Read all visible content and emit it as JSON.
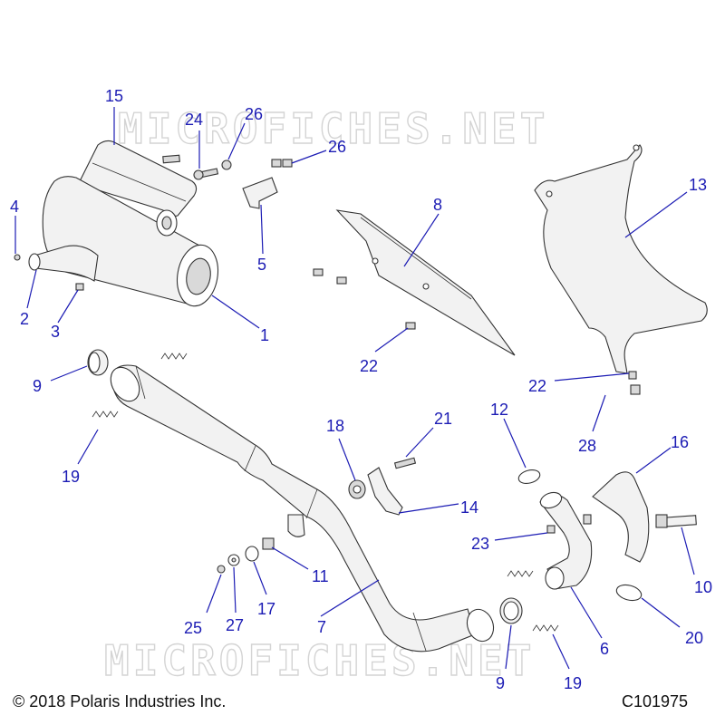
{
  "watermark": "MICROFICHES.NET",
  "footer": {
    "copyright": "© 2018 Polaris Industries Inc.",
    "diagram_code": "C101975"
  },
  "callouts": {
    "c1": "1",
    "c2": "2",
    "c3": "3",
    "c4": "4",
    "c5": "5",
    "c6": "6",
    "c7": "7",
    "c8": "8",
    "c9a": "9",
    "c9b": "9",
    "c10": "10",
    "c11": "11",
    "c12": "12",
    "c13": "13",
    "c14": "14",
    "c15": "15",
    "c16": "16",
    "c17": "17",
    "c18": "18",
    "c19a": "19",
    "c19b": "19",
    "c20": "20",
    "c21": "21",
    "c22a": "22",
    "c22b": "22",
    "c23": "23",
    "c24": "24",
    "c25": "25",
    "c26a": "26",
    "c26b": "26",
    "c27": "27",
    "c28": "28"
  },
  "colors": {
    "callout": "#1c1cb4",
    "watermark": "#d4d4d4",
    "line": "#333333"
  }
}
